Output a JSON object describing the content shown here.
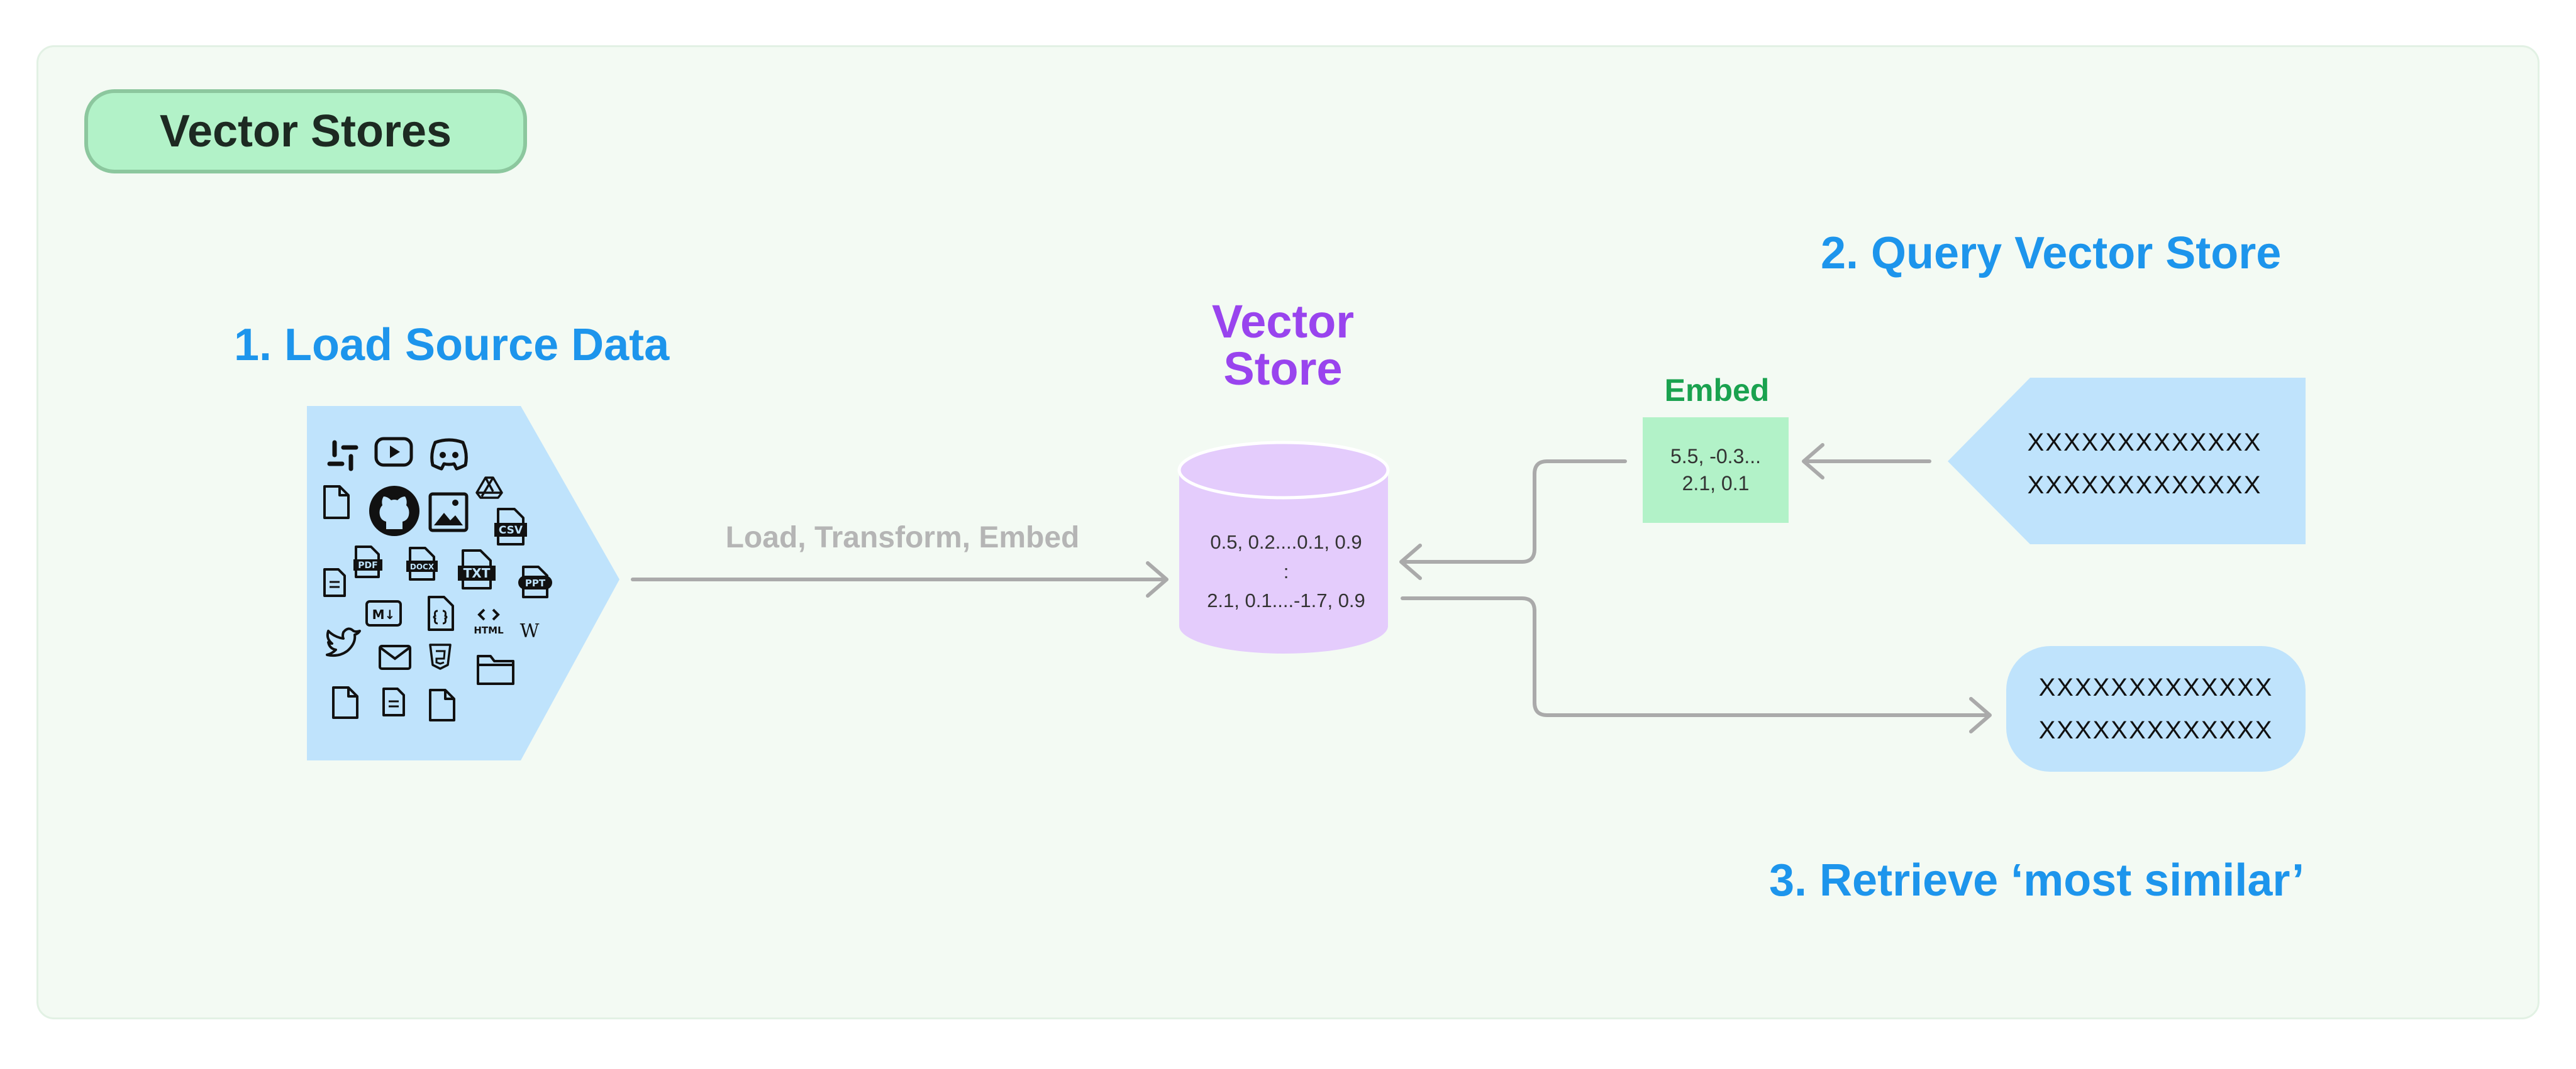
{
  "title": "Vector Stores",
  "steps": {
    "load": "1. Load Source Data",
    "query": "2. Query Vector Store",
    "retrieve": "3. Retrieve ‘most similar’"
  },
  "vector_store": {
    "label_line1": "Vector",
    "label_line2": "Store",
    "row1": "0.5, 0.2....0.1, 0.9",
    "row_sep": ":",
    "row2": "2.1, 0.1....-1.7, 0.9"
  },
  "flow_label": "Load, Transform, Embed",
  "embed": {
    "label": "Embed",
    "row1": "5.5, -0.3...",
    "row2": "2.1, 0.1"
  },
  "query": {
    "line1": "XXXXXXXXXXXXX",
    "line2": "XXXXXXXXXXXXX"
  },
  "result": {
    "line1": "XXXXXXXXXXXXX",
    "line2": "XXXXXXXXXXXXX"
  },
  "source_icons": {
    "names": [
      "slack-icon",
      "youtube-icon",
      "discord-icon",
      "file-icon",
      "github-icon",
      "image-icon",
      "google-drive-icon",
      "csv-file-icon",
      "pdf-file-icon",
      "docx-file-icon",
      "txt-file-icon",
      "ppt-file-icon",
      "document-icon",
      "markdown-icon",
      "json-file-icon",
      "html-icon",
      "wikipedia-icon",
      "twitter-icon",
      "mail-icon",
      "css-icon",
      "folder-icon"
    ],
    "csv": "CSV",
    "pdf": "PDF",
    "docx": "DOCX",
    "txt": "TXT",
    "ppt": "PPT",
    "markdown": "M↓",
    "html": "HTML",
    "wiki": "W"
  },
  "colors": {
    "background": "#f3faf3",
    "title_pill": "#b2f2c8",
    "step_blue": "#1d95ec",
    "vector_purple": "#9944ee",
    "cylinder_fill": "#e4ccfc",
    "embed_green": "#1aa24f",
    "light_blue": "#bfe3fc",
    "arrow_gray": "#aaaaaa"
  }
}
